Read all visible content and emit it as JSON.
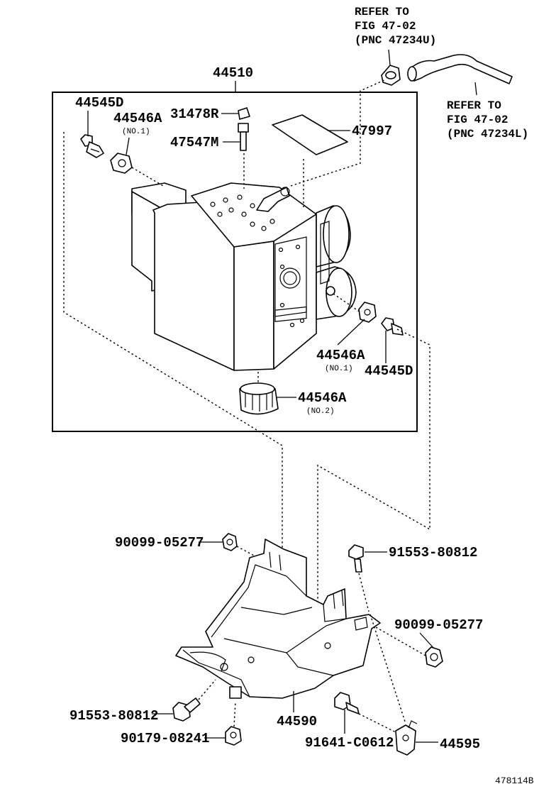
{
  "parts": {
    "assembly": "44510",
    "bolt_upper_left": "44545D",
    "damper_upper_left": "44546A",
    "damper_upper_left_note": "(NO.1)",
    "cap": "31478R",
    "plug": "47547M",
    "label_plate": "47997",
    "damper_right": "44546A",
    "damper_right_note": "(NO.1)",
    "bolt_right": "44545D",
    "damper_bottom": "44546A",
    "damper_bottom_note": "(NO.2)",
    "nut_upper": "90099-05277",
    "bolt_upper_right": "91553-80812",
    "nut_right": "90099-05277",
    "bolt_lower_left": "91553-80812",
    "nut_lower_left": "90179-08241",
    "bracket": "44590",
    "bolt_lower_mid": "91641-C0612",
    "clamp": "44595"
  },
  "refs": {
    "upper": [
      "REFER TO",
      "FIG 47-02",
      "(PNC 47234U)"
    ],
    "right": [
      "REFER TO",
      "FIG 47-02",
      "(PNC 47234L)"
    ]
  },
  "figure_id": "478114B"
}
